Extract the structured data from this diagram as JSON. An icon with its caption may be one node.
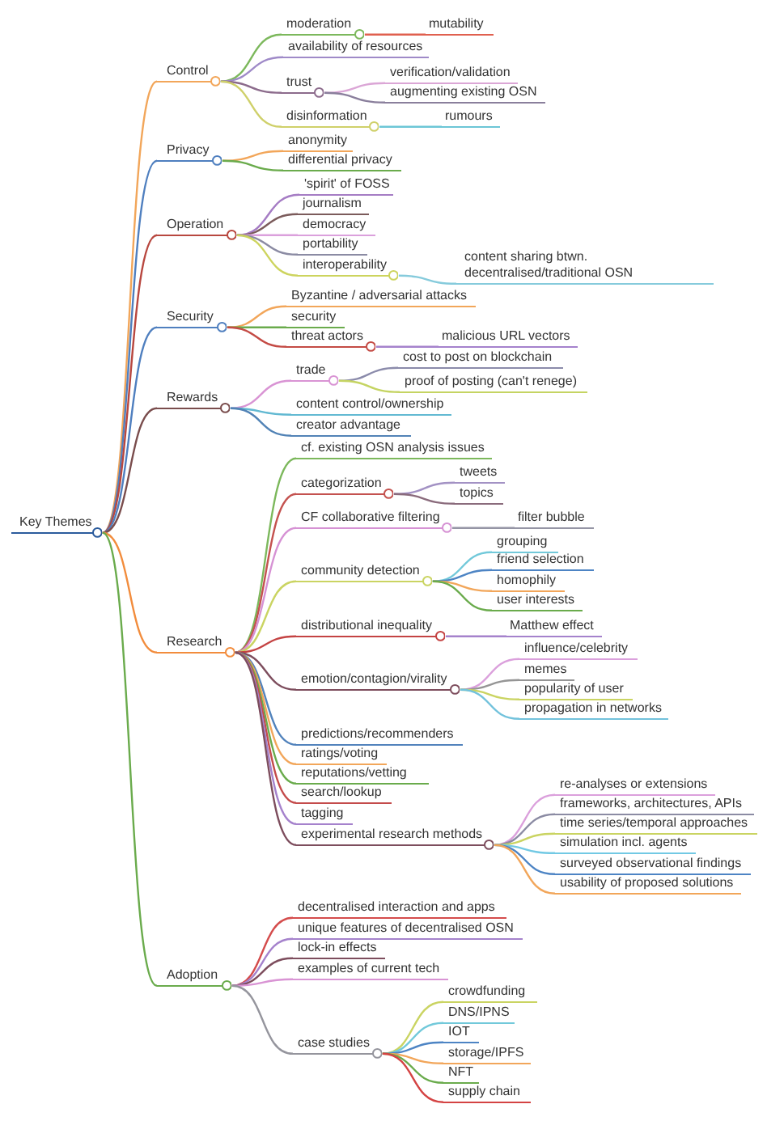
{
  "diagram": {
    "nodes": [
      {
        "text": [
          "Key Themes"
        ]
      },
      {
        "text": [
          "Control"
        ]
      },
      {
        "text": [
          "moderation"
        ]
      },
      {
        "text": [
          "mutability"
        ]
      },
      {
        "text": [
          "availability of resources"
        ]
      },
      {
        "text": [
          "trust"
        ]
      },
      {
        "text": [
          "verification/validation"
        ]
      },
      {
        "text": [
          "augmenting existing OSN"
        ]
      },
      {
        "text": [
          "disinformation"
        ]
      },
      {
        "text": [
          "rumours"
        ]
      },
      {
        "text": [
          "Privacy"
        ]
      },
      {
        "text": [
          "anonymity"
        ]
      },
      {
        "text": [
          "differential privacy"
        ]
      },
      {
        "text": [
          "Operation"
        ]
      },
      {
        "text": [
          "'spirit' of FOSS"
        ]
      },
      {
        "text": [
          "journalism"
        ]
      },
      {
        "text": [
          "democracy"
        ]
      },
      {
        "text": [
          "portability"
        ]
      },
      {
        "text": [
          "interoperability"
        ]
      },
      {
        "text": [
          "content sharing btwn. decentralised/traditional OSN"
        ]
      },
      {
        "text": [
          "Security"
        ]
      },
      {
        "text": [
          "Byzantine / adversarial attacks"
        ]
      },
      {
        "text": [
          "security"
        ]
      },
      {
        "text": [
          "threat actors"
        ]
      },
      {
        "text": [
          "malicious URL vectors"
        ]
      },
      {
        "text": [
          "Rewards"
        ]
      },
      {
        "text": [
          "trade"
        ]
      },
      {
        "text": [
          "cost to post on blockchain"
        ]
      },
      {
        "text": [
          "proof of posting (can't renege)"
        ]
      },
      {
        "text": [
          "content control/ownership"
        ]
      },
      {
        "text": [
          "creator advantage"
        ]
      },
      {
        "text": [
          "Research"
        ]
      },
      {
        "text": [
          "cf. existing OSN analysis issues"
        ]
      },
      {
        "text": [
          "categorization"
        ]
      },
      {
        "text": [
          "tweets"
        ]
      },
      {
        "text": [
          "topics"
        ]
      },
      {
        "text": [
          "CF collaborative filtering"
        ]
      },
      {
        "text": [
          "filter bubble"
        ]
      },
      {
        "text": [
          "community detection"
        ]
      },
      {
        "text": [
          "grouping"
        ]
      },
      {
        "text": [
          "friend selection"
        ]
      },
      {
        "text": [
          "homophily"
        ]
      },
      {
        "text": [
          "user interests"
        ]
      },
      {
        "text": [
          "distributional inequality"
        ]
      },
      {
        "text": [
          "Matthew effect"
        ]
      },
      {
        "text": [
          "emotion/contagion/virality"
        ]
      },
      {
        "text": [
          "influence/celebrity"
        ]
      },
      {
        "text": [
          "memes"
        ]
      },
      {
        "text": [
          "popularity of user"
        ]
      },
      {
        "text": [
          "propagation in networks"
        ]
      },
      {
        "text": [
          "predictions/recommenders"
        ]
      },
      {
        "text": [
          "ratings/voting"
        ]
      },
      {
        "text": [
          "reputations/vetting"
        ]
      },
      {
        "text": [
          "search/lookup"
        ]
      },
      {
        "text": [
          "tagging"
        ]
      },
      {
        "text": [
          "experimental research methods"
        ]
      },
      {
        "text": [
          "re-analyses or extensions"
        ]
      },
      {
        "text": [
          "frameworks, architectures, APIs"
        ]
      },
      {
        "text": [
          "time series/temporal approaches"
        ]
      },
      {
        "text": [
          "simulation incl. agents"
        ]
      },
      {
        "text": [
          "surveyed observational findings"
        ]
      },
      {
        "text": [
          "usability of proposed solutions"
        ]
      },
      {
        "text": [
          "Adoption"
        ]
      },
      {
        "text": [
          "decentralised interaction and apps"
        ]
      },
      {
        "text": [
          "unique features of decentralised OSN"
        ]
      },
      {
        "text": [
          "lock-in effects"
        ]
      },
      {
        "text": [
          "examples of current tech"
        ]
      },
      {
        "text": [
          "case studies"
        ]
      },
      {
        "text": [
          "crowdfunding"
        ]
      },
      {
        "text": [
          "DNS/IPNS"
        ]
      },
      {
        "text": [
          "IOT"
        ]
      },
      {
        "text": [
          "storage/IPFS"
        ]
      },
      {
        "text": [
          "NFT"
        ]
      },
      {
        "text": [
          "supply chain"
        ]
      }
    ],
    "edges": [
      {
        "from": 0,
        "to": 1,
        "arrow": "none",
        "color": "#f2a65a"
      },
      {
        "from": 1,
        "to": 2,
        "arrow": "none",
        "color": "#7cb85c"
      },
      {
        "from": 2,
        "to": 3,
        "arrow": "none",
        "color": "#e0604f"
      },
      {
        "from": 1,
        "to": 4,
        "arrow": "none",
        "color": "#9f8ac8"
      },
      {
        "from": 1,
        "to": 5,
        "arrow": "none",
        "color": "#8c6b8c"
      },
      {
        "from": 5,
        "to": 6,
        "arrow": "none",
        "color": "#dba6d6"
      },
      {
        "from": 5,
        "to": 7,
        "arrow": "none",
        "color": "#8a7f9c"
      },
      {
        "from": 1,
        "to": 8,
        "arrow": "none",
        "color": "#cfd06a"
      },
      {
        "from": 8,
        "to": 9,
        "arrow": "none",
        "color": "#6cc6d6"
      },
      {
        "from": 0,
        "to": 10,
        "arrow": "none",
        "color": "#4f7fbf"
      },
      {
        "from": 10,
        "to": 11,
        "arrow": "none",
        "color": "#f2a65a"
      },
      {
        "from": 10,
        "to": 12,
        "arrow": "none",
        "color": "#6aab4c"
      },
      {
        "from": 0,
        "to": 13,
        "arrow": "none",
        "color": "#b8473f"
      },
      {
        "from": 13,
        "to": 14,
        "arrow": "none",
        "color": "#a57cc4"
      },
      {
        "from": 13,
        "to": 15,
        "arrow": "none",
        "color": "#7b5b5b"
      },
      {
        "from": 13,
        "to": 16,
        "arrow": "none",
        "color": "#dba0dc"
      },
      {
        "from": 13,
        "to": 17,
        "arrow": "none",
        "color": "#8b8ba3"
      },
      {
        "from": 13,
        "to": 18,
        "arrow": "none",
        "color": "#cdd45e"
      },
      {
        "from": 18,
        "to": 19,
        "arrow": "none",
        "color": "#86cbdc"
      },
      {
        "from": 0,
        "to": 20,
        "arrow": "none",
        "color": "#4f7fbf"
      },
      {
        "from": 20,
        "to": 21,
        "arrow": "none",
        "color": "#f2a65a"
      },
      {
        "from": 20,
        "to": 22,
        "arrow": "none",
        "color": "#6aab4c"
      },
      {
        "from": 20,
        "to": 23,
        "arrow": "none",
        "color": "#c44b45"
      },
      {
        "from": 23,
        "to": 24,
        "arrow": "none",
        "color": "#a582cc"
      },
      {
        "from": 0,
        "to": 25,
        "arrow": "none",
        "color": "#7a4d4d"
      },
      {
        "from": 25,
        "to": 26,
        "arrow": "none",
        "color": "#d994d4"
      },
      {
        "from": 26,
        "to": 27,
        "arrow": "none",
        "color": "#8b8bab"
      },
      {
        "from": 26,
        "to": 28,
        "arrow": "none",
        "color": "#c5d462"
      },
      {
        "from": 25,
        "to": 29,
        "arrow": "none",
        "color": "#62b9d2"
      },
      {
        "from": 25,
        "to": 30,
        "arrow": "none",
        "color": "#5283b6"
      },
      {
        "from": 0,
        "to": 31,
        "arrow": "none",
        "color": "#f28c3c"
      },
      {
        "from": 31,
        "to": 32,
        "arrow": "none",
        "color": "#7cb85c"
      },
      {
        "from": 31,
        "to": 33,
        "arrow": "none",
        "color": "#c4524f"
      },
      {
        "from": 33,
        "to": 34,
        "arrow": "none",
        "color": "#a392c4"
      },
      {
        "from": 33,
        "to": 35,
        "arrow": "none",
        "color": "#8a6b7c"
      },
      {
        "from": 31,
        "to": 36,
        "arrow": "none",
        "color": "#d692d4"
      },
      {
        "from": 36,
        "to": 37,
        "arrow": "none",
        "color": "#9595a5"
      },
      {
        "from": 31,
        "to": 38,
        "arrow": "none",
        "color": "#cad462"
      },
      {
        "from": 38,
        "to": 39,
        "arrow": "none",
        "color": "#72c9da"
      },
      {
        "from": 38,
        "to": 40,
        "arrow": "none",
        "color": "#4d84c4"
      },
      {
        "from": 38,
        "to": 41,
        "arrow": "none",
        "color": "#f2a65a"
      },
      {
        "from": 38,
        "to": 42,
        "arrow": "none",
        "color": "#6aab4c"
      },
      {
        "from": 31,
        "to": 43,
        "arrow": "none",
        "color": "#c44343"
      },
      {
        "from": 43,
        "to": 44,
        "arrow": "none",
        "color": "#a582cc"
      },
      {
        "from": 31,
        "to": 45,
        "arrow": "none",
        "color": "#7d4d5d"
      },
      {
        "from": 45,
        "to": 46,
        "arrow": "none",
        "color": "#dba0dc"
      },
      {
        "from": 45,
        "to": 47,
        "arrow": "none",
        "color": "#959595"
      },
      {
        "from": 45,
        "to": 48,
        "arrow": "none",
        "color": "#cad462"
      },
      {
        "from": 45,
        "to": 49,
        "arrow": "none",
        "color": "#72c2dc"
      },
      {
        "from": 31,
        "to": 50,
        "arrow": "none",
        "color": "#5283bc"
      },
      {
        "from": 31,
        "to": 51,
        "arrow": "none",
        "color": "#f2a65a"
      },
      {
        "from": 31,
        "to": 52,
        "arrow": "none",
        "color": "#6aab4c"
      },
      {
        "from": 31,
        "to": 53,
        "arrow": "none",
        "color": "#c44b4b"
      },
      {
        "from": 31,
        "to": 54,
        "arrow": "none",
        "color": "#a582cc"
      },
      {
        "from": 31,
        "to": 55,
        "arrow": "none",
        "color": "#7d4d5d"
      },
      {
        "from": 55,
        "to": 56,
        "arrow": "none",
        "color": "#dba0dc"
      },
      {
        "from": 55,
        "to": 57,
        "arrow": "none",
        "color": "#8b8ba3"
      },
      {
        "from": 55,
        "to": 58,
        "arrow": "none",
        "color": "#cad462"
      },
      {
        "from": 55,
        "to": 59,
        "arrow": "none",
        "color": "#72c9e4"
      },
      {
        "from": 55,
        "to": 60,
        "arrow": "none",
        "color": "#4d84c4"
      },
      {
        "from": 55,
        "to": 61,
        "arrow": "none",
        "color": "#f2a65a"
      },
      {
        "from": 0,
        "to": 62,
        "arrow": "none",
        "color": "#6aab4c"
      },
      {
        "from": 62,
        "to": 63,
        "arrow": "none",
        "color": "#d44c4c"
      },
      {
        "from": 62,
        "to": 64,
        "arrow": "none",
        "color": "#a582cc"
      },
      {
        "from": 62,
        "to": 65,
        "arrow": "none",
        "color": "#7d4d5d"
      },
      {
        "from": 62,
        "to": 66,
        "arrow": "none",
        "color": "#d994d4"
      },
      {
        "from": 62,
        "to": 67,
        "arrow": "none",
        "color": "#95959d"
      },
      {
        "from": 67,
        "to": 68,
        "arrow": "none",
        "color": "#cad462"
      },
      {
        "from": 67,
        "to": 69,
        "arrow": "none",
        "color": "#72c9da"
      },
      {
        "from": 67,
        "to": 70,
        "arrow": "none",
        "color": "#4d84c4"
      },
      {
        "from": 67,
        "to": 71,
        "arrow": "none",
        "color": "#f2a65a"
      },
      {
        "from": 67,
        "to": 72,
        "arrow": "none",
        "color": "#6aab4c"
      },
      {
        "from": 67,
        "to": 73,
        "arrow": "none",
        "color": "#d44343"
      }
    ]
  }
}
